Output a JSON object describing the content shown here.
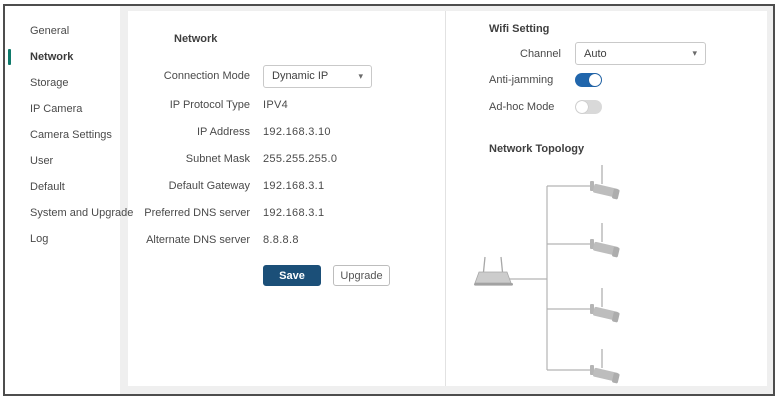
{
  "sidebar": {
    "items": [
      {
        "label": "General",
        "active": false
      },
      {
        "label": "Network",
        "active": true
      },
      {
        "label": "Storage",
        "active": false
      },
      {
        "label": "IP Camera",
        "active": false
      },
      {
        "label": "Camera Settings",
        "active": false
      },
      {
        "label": "User",
        "active": false
      },
      {
        "label": "Default",
        "active": false
      },
      {
        "label": "System and Upgrade",
        "active": false
      },
      {
        "label": "Log",
        "active": false
      }
    ]
  },
  "network_panel": {
    "title": "Network",
    "fields": [
      {
        "label": "Connection Mode",
        "value": "Dynamic IP",
        "control": "dropdown"
      },
      {
        "label": "IP Protocol Type",
        "value": "IPV4",
        "control": "text"
      },
      {
        "label": "IP Address",
        "value": "192.168.3.10",
        "control": "text"
      },
      {
        "label": "Subnet Mask",
        "value": "255.255.255.0",
        "control": "text"
      },
      {
        "label": "Default Gateway",
        "value": "192.168.3.1",
        "control": "text"
      },
      {
        "label": "Preferred DNS server",
        "value": "192.168.3.1",
        "control": "text"
      },
      {
        "label": "Alternate DNS server",
        "value": "8.8.8.8",
        "control": "text"
      }
    ],
    "save_label": "Save",
    "upgrade_label": "Upgrade"
  },
  "wifi_panel": {
    "title": "Wifi Setting",
    "channel": {
      "label": "Channel",
      "value": "Auto"
    },
    "toggles": [
      {
        "label": "Anti-jamming",
        "state": "on"
      },
      {
        "label": "Ad-hoc Mode",
        "state": "off"
      }
    ],
    "topology": {
      "title": "Network Topology",
      "root_device": "wifi-router",
      "connected_devices": [
        "wireless-camera",
        "wireless-camera",
        "wireless-camera",
        "wireless-camera"
      ]
    }
  },
  "icons": {
    "dropdown_arrow": "▾"
  },
  "colors": {
    "active_indicator": "#0f7a6b",
    "toggle_on": "#2166ac",
    "toggle_off": "#d9d9d9",
    "save_button": "#1b4f78",
    "text": "#4a4a4a",
    "control_border": "#c9c9c9",
    "canvas": "#efefef",
    "frame_border": "#4d4d4d",
    "topology_gray": "#b5b5b5"
  }
}
